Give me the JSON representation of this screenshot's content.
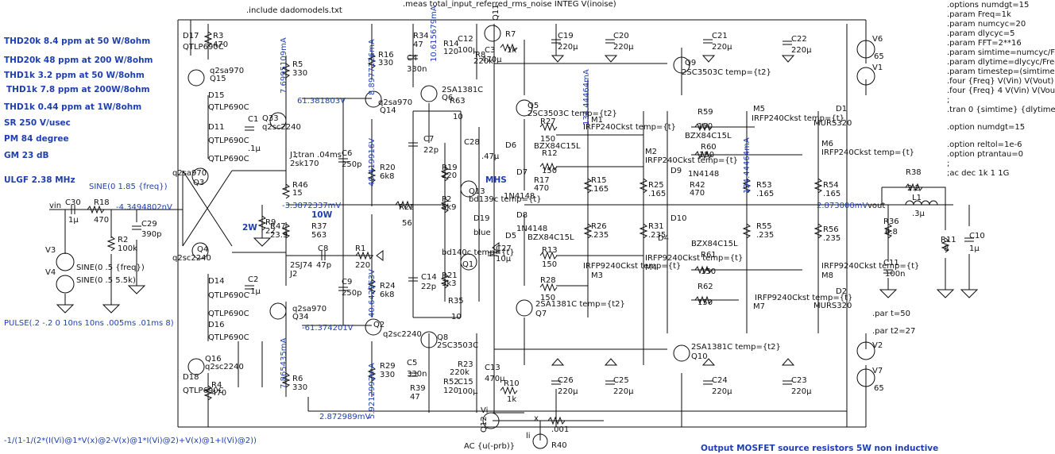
{
  "notes_left": [
    {
      "id": "thd20k-50",
      "text": "THD20k 8.4 ppm at 50 W/8ohm"
    },
    {
      "id": "thd20k-200",
      "text": "THD20k 48 ppm at 200 W/8ohm"
    },
    {
      "id": "thd1k-50",
      "text": "THD1k 3.2 ppm at 50 W/8ohm"
    },
    {
      "id": "thd1k-200",
      "text": "THD1k 7.8 ppm at 200W/8ohm"
    },
    {
      "id": "thd1k-1",
      "text": "THD1k 0.44 ppm at 1W/8ohm"
    },
    {
      "id": "slew",
      "text": "SR 250 V/usec"
    },
    {
      "id": "pm",
      "text": "PM  84 degree"
    },
    {
      "id": "gm",
      "text": "GM  23 dB"
    },
    {
      "id": "ulgf",
      "text": "ULGF 2.38 MHz"
    }
  ],
  "directives_top": {
    "include": ".include dadomodels.txt",
    "meas": ".meas total_input_referred_rms_noise INTEG V(inoise)",
    "tran": ";tran .04ms"
  },
  "directives_right": [
    ".options numdgt=15",
    ".param Freq=1k",
    ".param numcyc=20",
    ".param dlycyc=5",
    ".param FFT=2**16",
    ".param simtime=numcyc/Freq+",
    ".param dlytime=dlycyc/Freq",
    ".param timestep=(simtime-dlyti",
    ".four {Freq} V(Vin) V(Vout)",
    ".four {Freq} 4 V(Vin) V(Vout)",
    ";",
    ".tran 0 {simtime} {dlytime} {tim",
    "",
    ".option numdgt=15",
    "",
    ".option reltol=1e-6",
    ".option ptrantau=0",
    ";",
    ";ac dec 1k 1 1G"
  ],
  "params_temp": [
    ".par t=50",
    ".par t2=27"
  ],
  "bottom": {
    "expr": "-1/(1-1/(2*(I(Vi)@1*V(x)@2-V(x)@1*I(Vi)@2)+V(x)@1+I(Vi)@2))",
    "footer": "Output MOSFET source resistors 5W non inductive",
    "pulse": "PULSE(.2 -.2 0 10ns 10ns .005ms .01ms 8)",
    "ac_source": "AC {u(-prb)}"
  },
  "sources": {
    "v3_label": "V3",
    "v3_line1": "SINE(0 .5 {freq})",
    "v3_line2": "SINE(0 .5 5.5k)",
    "v3_v4": "V4",
    "sine_top": "SINE(0 1.85 {freq})",
    "v6": "V6",
    "v1": "V1",
    "v2": "V2",
    "v7": "V7",
    "rail_pos": "65",
    "rail_neg": "65"
  },
  "nodes": {
    "vin": "vin",
    "vout": "vout",
    "x": "x",
    "vi": "Vi",
    "li": "li",
    "mhs": "MHS",
    "w10": "10W",
    "w2": "2W"
  },
  "voltages": [
    {
      "id": "v-in-node",
      "text": "-4.3494802nV"
    },
    {
      "id": "v-61pos",
      "text": "61.381803V"
    },
    {
      "id": "v-61neg",
      "text": "-61.374201V"
    },
    {
      "id": "v-3387",
      "text": "-3.3872337mV"
    },
    {
      "id": "v-out",
      "text": "2.873000mV"
    },
    {
      "id": "v-bottom",
      "text": "2.872989mV"
    },
    {
      "id": "i-699",
      "text": "7.6995109mA"
    },
    {
      "id": "i-4041",
      "text": "40.419916V"
    },
    {
      "id": "i-4064",
      "text": "40.642963V"
    },
    {
      "id": "i-8877",
      "text": "8.8977126mA"
    },
    {
      "id": "i-1061",
      "text": "10.615679mA"
    },
    {
      "id": "i-7865",
      "text": "7.865435mA"
    },
    {
      "id": "i-5921",
      "text": "5.9212992mA"
    },
    {
      "id": "i-1344",
      "text": "134.44464mA"
    },
    {
      "id": "i-1244",
      "text": "134.44464mA"
    }
  ],
  "components": {
    "D17": "D17",
    "QTLP1": "QTLP690C",
    "R3": "R3",
    "R3v": "470",
    "q2sa970a": "q2sa970",
    "Q15": "Q15",
    "D15": "D15",
    "QTLP2": "QTLP690C",
    "D11": "D11",
    "QTLP3": "QTLP690C",
    "QTLP4": "QTLP690C",
    "C1": "C1",
    "C1v": ".1µ",
    "Q33": "Q33",
    "q2sc2240a": "q2sc2240",
    "J1": "J1",
    "J1v": "2sk170",
    "R5": "R5",
    "R5v": "330",
    "q2sa970b": "q2sa970",
    "Q3": "Q3",
    "R46": "R46",
    "R46v": "15",
    "R9": "R9",
    "R9v": "22",
    "R47": "R47",
    "R47v": "23.9",
    "R37": "R37",
    "R37v": "563",
    "C8": "C8",
    "C8v": "47p",
    "R1": "R1",
    "R1v": "220",
    "Q4": "Q4",
    "q2sc2240b": "q2sc2240",
    "J2": "J2",
    "J2v": "2SJ74",
    "D14": "D14",
    "QTLP5": "QTLP690C",
    "C2": "C2",
    "C2v": ".1µ",
    "QTLP6": "QTLP690C",
    "D16": "D16",
    "QTLP7": "QTLP690C",
    "q2sa970c": "q2sa970",
    "Q34": "Q34",
    "Q16": "Q16",
    "q2sc2240c": "q2sc2240",
    "D18": "D18",
    "QTLP8": "QTLP690C",
    "R4": "R4",
    "R4v": "470",
    "R6": "R6",
    "R6v": "330",
    "C30": "C30",
    "C30v": "1µ",
    "R18": "R18",
    "R18v": "470",
    "R2": "R2",
    "R2v": "100k",
    "C29": "C29",
    "C29v": "390p",
    "C6": "C6",
    "C6v": "250p",
    "C9": "C9",
    "C9v": "250p",
    "R16": "R16",
    "R16v": "330",
    "q2sa970d": "q2sa970",
    "Q14": "Q14",
    "R20": "R20",
    "R20v": "6k8",
    "R24": "R24",
    "R24v": "6k8",
    "Q2": "Q2",
    "q2sc2240d": "q2sc2240",
    "R29": "R29",
    "R29v": "330",
    "R22": "R22",
    "R22v": "56",
    "R34": "R34",
    "R34v": "47",
    "C4": "C4",
    "C4v": "330n",
    "R14": "R14",
    "R14v": "120",
    "C12": "C12",
    "C12v": "100µ",
    "R8": "R8",
    "R8v": "220k",
    "C3": "C3",
    "C3v": "470µ",
    "R7": "R7",
    "R7v": "1k",
    "Q11": "Q11",
    "q2sa970e": "q2sa970",
    "Q6": "Q6",
    "Q6v": "2SA1381C",
    "R63": "R63",
    "R63v": "10",
    "C7": "C7",
    "C7v": "22p",
    "R19": "R19",
    "R19v": "220",
    "P2": "P2",
    "P2v": "5k9",
    "C14": "C14",
    "C14v": "22p",
    "R21": "R21",
    "R21v": "3k3",
    "R35": "R35",
    "R35v": "10",
    "Q8": "Q8",
    "Q8v": "2SC3503C",
    "C5": "C5",
    "C5v": "330n",
    "R39": "R39",
    "R39v": "47",
    "R23": "R23",
    "R23v": "220k",
    "R52": "R52",
    "R52v": "120",
    "C15": "C15",
    "C15v": "100µ",
    "C13": "C13",
    "C13v": "470µ",
    "R10": "R10",
    "R10v": "1k",
    "C28": "C28",
    "C28v": ".47µ",
    "Q13": "Q13",
    "Q13v": "bd139c temp={t}",
    "D19": "D19",
    "D19v": "blue",
    "Q1": "Q1",
    "Q1v": "bd140c temp={t}",
    "C27": "C27",
    "C27v": "10µ",
    "C19": "C19",
    "C19v": "220µ",
    "C20": "C20",
    "C20v": "220µ",
    "C21": "C21",
    "C21v": "220µ",
    "C22": "C22",
    "C22v": "220µ",
    "C26": "C26",
    "C26v": "220µ",
    "C25": "C25",
    "C25v": "220µ",
    "C24": "C24",
    "C24v": "220µ",
    "C23": "C23",
    "C23v": "220µ",
    "Q5": "Q5",
    "Q5v": "2SC3503C temp={t2}",
    "Q9": "Q9",
    "Q9v": "2SC3503C temp={t2}",
    "Q7": "Q7",
    "Q7v": "2SA1381C temp={t2}",
    "Q10": "Q10",
    "Q10v": "2SA1381C temp={t2}",
    "R27": "R27",
    "R27v": "150",
    "R12": "R12",
    "R12v": "150",
    "R13": "R13",
    "R13v": "150",
    "R28": "R28",
    "R28v": "150",
    "D6": "D6",
    "D7": "D7",
    "D8": "D8",
    "D5": "D5",
    "BZX1": "BZX84C15L",
    "BZX2": "BZX84C15L",
    "BZX3": "BZX84C15L",
    "BZX4": "BZX84C15L",
    "N4148a": "1N4148",
    "N4148b": "1N4148",
    "N4148c": "1N4148",
    "R17": "R17",
    "R17v": "470",
    "R42": "R42",
    "R42v": "470",
    "M1": "M1",
    "M1v": "IRFP240Ckst temp={t}",
    "M2": "M2",
    "M2v": "IRFP240Ckst temp={t}",
    "M3": "M3",
    "M3v": "IRFP9240Ckst temp={t}",
    "M4": "M4",
    "M4v": "IRFP9240Ckst temp={t}",
    "M5": "M5",
    "M5v": "IRFP240Ckst temp={t}",
    "M6": "M6",
    "M6v": "IRFP240Ckst temp={t}",
    "M7": "M7",
    "M7v": "IRFP9240Ckst temp={t}",
    "M8": "M8",
    "M8v": "IRFP9240Ckst temp={t}",
    "R15": "R15",
    "R15v": ".165",
    "R26": "R26",
    "R26v": ".235",
    "R25": "R25",
    "R25v": ".165",
    "R31": "R31",
    "R31v": ".235",
    "R53": "R53",
    "R53v": ".165",
    "R55": "R55",
    "R55v": ".235",
    "R54": "R54",
    "R54v": ".165",
    "R56": "R56",
    "R56v": ".235",
    "D9": "D9",
    "D10": "D10",
    "D4": "D4",
    "R59": "R59",
    "R59v": "150",
    "R60": "R60",
    "R60v": "150",
    "R61": "R61",
    "R61v": "150",
    "R62": "R62",
    "R62v": "150",
    "D1": "D1",
    "D1v": "MURS320",
    "D2": "D2",
    "D2v": "MURS320",
    "R38": "R38",
    "R38v": "2.2",
    "L1": "L1",
    "L1v": ".3µ",
    "R36": "R36",
    "R36v": "6.8",
    "C11": "C11",
    "C11v": "100n",
    "R11": "R11",
    "R11v": "8",
    "C10": "C10",
    "C10v": "1µ",
    "Q12": "Q12",
    "R40": "R40",
    "R40v": ".001",
    "R40n": "R40"
  }
}
